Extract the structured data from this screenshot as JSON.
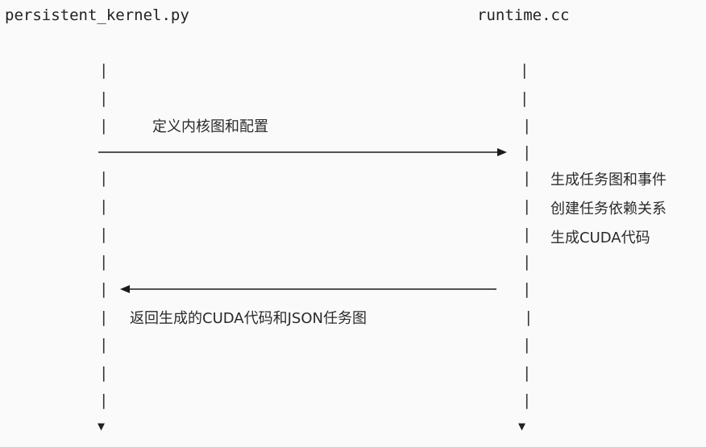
{
  "participants": {
    "left": "persistent_kernel.py",
    "right": "runtime.cc"
  },
  "messages": [
    {
      "label": "定义内核图和配置",
      "direction": "left-to-right"
    },
    {
      "label": "返回生成的CUDA代码和JSON任务图",
      "direction": "right-to-left"
    }
  ],
  "right_notes": [
    "生成任务图和事件",
    "创建任务依赖关系",
    "生成CUDA代码"
  ],
  "lifeline_glyph": "|",
  "end_glyph": "▼"
}
